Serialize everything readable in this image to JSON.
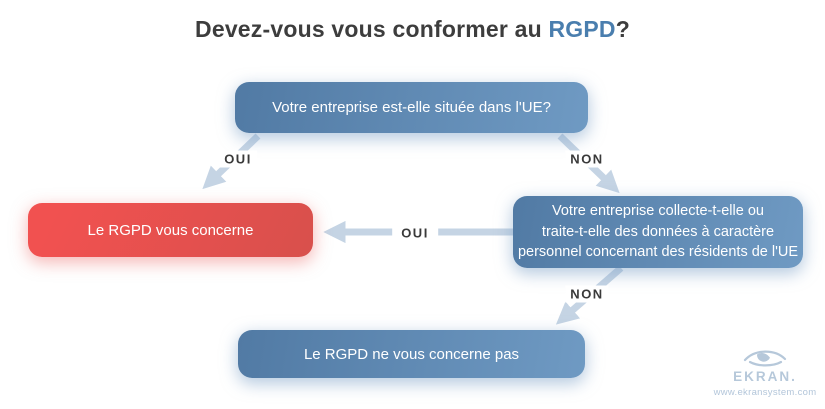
{
  "title": {
    "prefix": "Devez-vous vous conformer au ",
    "accent": "RGPD",
    "suffix": "?"
  },
  "flowchart": {
    "nodes": {
      "q1": {
        "text": "Votre entreprise est-elle située dans l'UE?"
      },
      "result_concerned": {
        "text": "Le RGPD vous concerne"
      },
      "q2": {
        "lines": [
          "Votre entreprise collecte-t-elle ou",
          "traite-t-elle des données à caractère",
          "personnel concernant des résidents de l'UE"
        ]
      },
      "result_not_concerned": {
        "text": "Le RGPD ne vous concerne pas"
      }
    },
    "edges": {
      "q1_yes": "OUI",
      "q1_no": "NON",
      "q2_yes": "OUI",
      "q2_no": "NON"
    }
  },
  "branding": {
    "logo_text": "EKRAN.",
    "website": "www.ekransystem.com"
  },
  "colors": {
    "background": "#ffffff",
    "title_text": "#3d3d3d",
    "title_accent": "#4a7eae",
    "box_blue_start": "#517aa4",
    "box_blue_end": "#6f9ac3",
    "box_red_start": "#f15150",
    "box_red_end": "#d8504c",
    "arrow": "#c5d4e4",
    "edge_label_text": "#3a3a3a",
    "logo": "#b6c8da"
  }
}
